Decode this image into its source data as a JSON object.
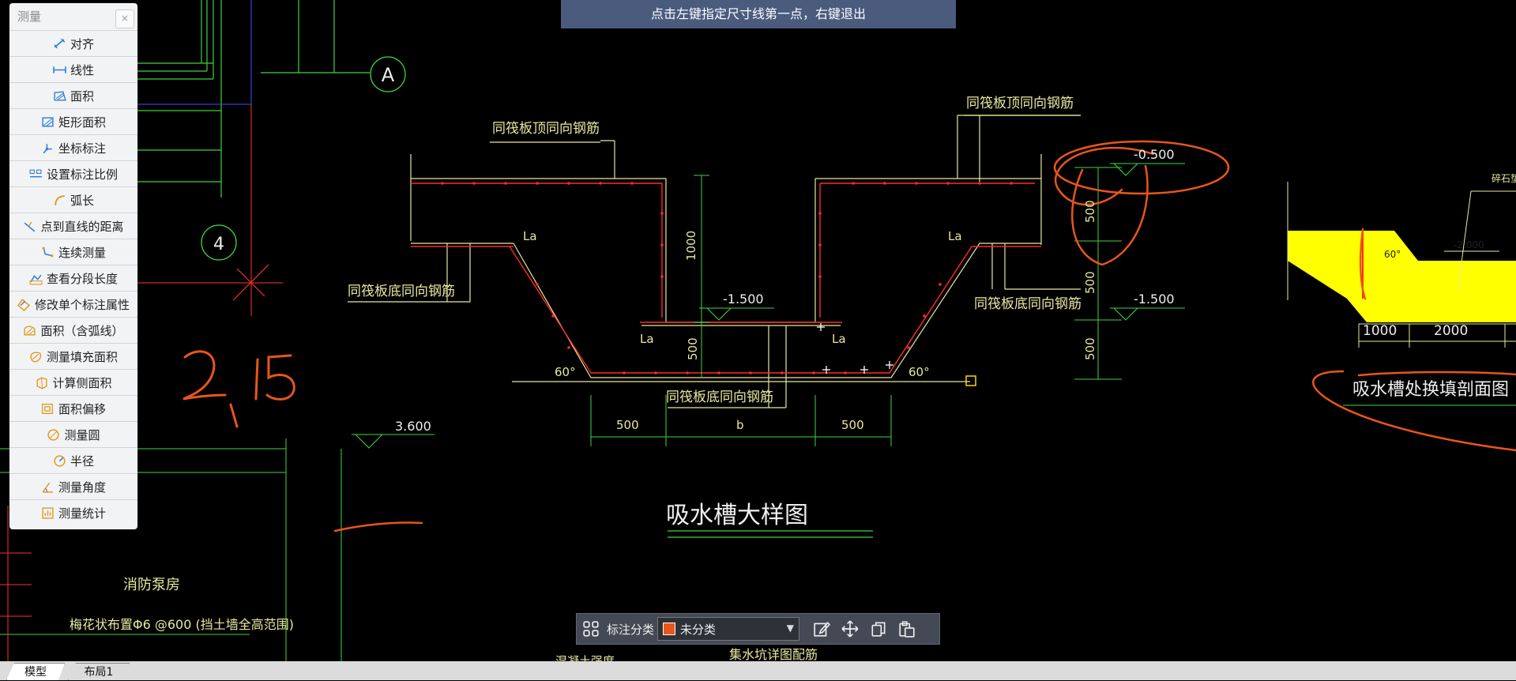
{
  "window": {
    "title": "测量"
  },
  "prompt": {
    "text": "点击左键指定尺寸线第一点，右键退出"
  },
  "measure_panel": {
    "title": "测量",
    "close_glyph": "×",
    "tools": [
      {
        "label": "对齐",
        "icon": "aligned-dimension-icon"
      },
      {
        "label": "线性",
        "icon": "linear-dimension-icon"
      },
      {
        "label": "面积",
        "icon": "area-icon"
      },
      {
        "label": "矩形面积",
        "icon": "rect-area-icon"
      },
      {
        "label": "坐标标注",
        "icon": "coordinate-icon"
      },
      {
        "label": "设置标注比例",
        "icon": "scale-icon"
      },
      {
        "label": "弧长",
        "icon": "arc-length-icon"
      },
      {
        "label": "点到直线的距离",
        "icon": "point-line-distance-icon"
      },
      {
        "label": "连续测量",
        "icon": "continuous-measure-icon"
      },
      {
        "label": "查看分段长度",
        "icon": "segment-length-icon"
      },
      {
        "label": "修改单个标注属性",
        "icon": "edit-dimension-icon"
      },
      {
        "label": "面积（含弧线）",
        "icon": "arc-area-icon"
      },
      {
        "label": "测量填充面积",
        "icon": "hatch-area-icon"
      },
      {
        "label": "计算侧面积",
        "icon": "side-area-icon"
      },
      {
        "label": "面积偏移",
        "icon": "area-offset-icon"
      },
      {
        "label": "测量圆",
        "icon": "circle-icon"
      },
      {
        "label": "半径",
        "icon": "radius-icon"
      },
      {
        "label": "测量角度",
        "icon": "angle-icon"
      },
      {
        "label": "测量统计",
        "icon": "statistics-icon"
      }
    ]
  },
  "drawing": {
    "grid_bubble_a": "A",
    "grid_bubble_4": "4",
    "rebar_top_left": "同筏板顶同向钢筋",
    "rebar_top_right": "同筏板顶同向钢筋",
    "rebar_bottom_left": "同筏板底同向钢筋",
    "rebar_bottom_right": "同筏板底同向钢筋",
    "rebar_bottom_center": "同筏板底同向钢筋",
    "la": "La",
    "elev_center": "-1.500",
    "elev_right_top": "-0.500",
    "elev_right_mid": "-1.500",
    "elev_left": "3.600",
    "dim_1000": "1000",
    "dim_500": "500",
    "dim_b": "b",
    "angle_60": "60°",
    "title_main": "吸水槽大样图",
    "title_right": "吸水槽处换填剖面图",
    "right_dim_1000": "1000",
    "right_dim_2000": "2000",
    "right_elev": "-2.000",
    "right_angle": "60°",
    "right_partial": "碎石垫层",
    "room_label": "消防泵房",
    "room_note": "梅花状布置Φ6 @600 (挡土墙全高范围)",
    "bottom_cut_left": "混凝土强度",
    "bottom_cut_center": "集水坑详图配筋",
    "handwriting": "2.15"
  },
  "toolbar": {
    "category_label": "标注分类",
    "selected_category": "未分类",
    "swatch_color": "#e8561a"
  },
  "tabs": [
    {
      "label": "模型"
    },
    {
      "label": "布局1"
    }
  ],
  "colors": {
    "background": "#000000",
    "green": "#3fd33f",
    "yellow": "#e8e8a0",
    "red": "#ff2a2a",
    "annotation": "#e8561a",
    "fill": "#ffff00"
  }
}
